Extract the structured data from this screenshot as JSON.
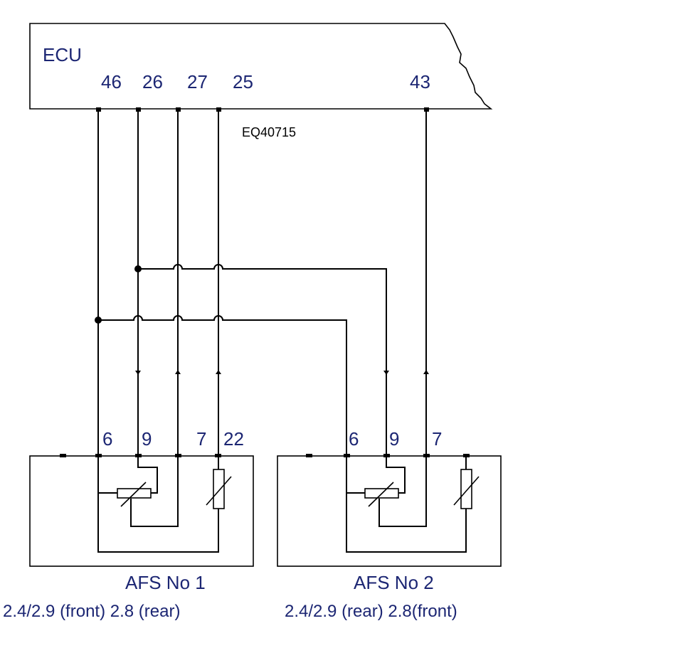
{
  "ecu": {
    "label": "ECU",
    "pins": [
      "46",
      "26",
      "27",
      "25",
      "43"
    ]
  },
  "drawing_code": "EQ40715",
  "afs1": {
    "pins": [
      "6",
      "9",
      "7",
      "22"
    ],
    "name": "AFS No 1",
    "caption": "2.4/2.9 (front) 2.8 (rear)"
  },
  "afs2": {
    "pins": [
      "6",
      "9",
      "7"
    ],
    "name": "AFS No 2",
    "caption": "2.4/2.9 (rear) 2.8(front)"
  },
  "colors": {
    "label": "#1c2673",
    "line": "#000000"
  }
}
